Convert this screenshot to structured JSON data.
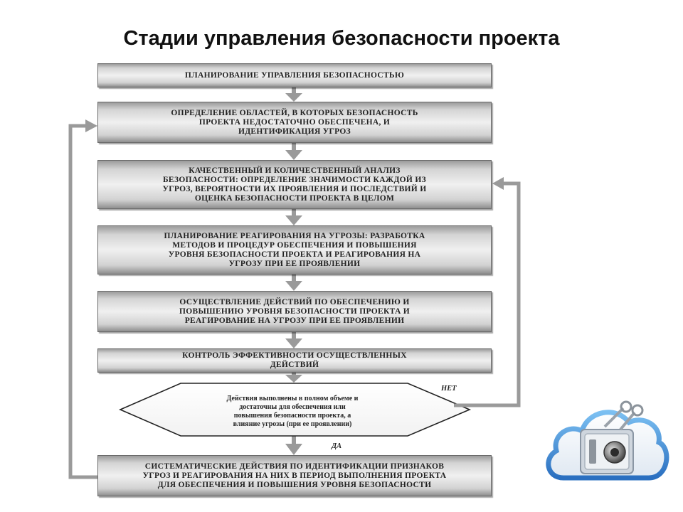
{
  "title": "Стадии управления безопасности проекта",
  "steps": [
    "ПЛАНИРОВАНИЕ УПРАВЛЕНИЯ БЕЗОПАСНОСТЬЮ",
    "ОПРЕДЕЛЕНИЕ ОБЛАСТЕЙ, В КОТОРЫХ БЕЗОПАСНОСТЬ\nПРОЕКТА НЕДОСТАТОЧНО ОБЕСПЕЧЕНА, И\nИДЕНТИФИКАЦИЯ УГРОЗ",
    "КАЧЕСТВЕННЫЙ И КОЛИЧЕСТВЕННЫЙ АНАЛИЗ\nБЕЗОПАСНОСТИ: ОПРЕДЕЛЕНИЕ ЗНАЧИМОСТИ КАЖДОЙ ИЗ\nУГРОЗ, ВЕРОЯТНОСТИ ИХ ПРОЯВЛЕНИЯ И ПОСЛЕДСТВИЙ И\nОЦЕНКА БЕЗОПАСНОСТИ ПРОЕКТА В ЦЕЛОМ",
    "ПЛАНИРОВАНИЕ РЕАГИРОВАНИЯ НА УГРОЗЫ: РАЗРАБОТКА\nМЕТОДОВ И ПРОЦЕДУР ОБЕСПЕЧЕНИЯ И ПОВЫШЕНИЯ\nУРОВНЯ БЕЗОПАСНОСТИ ПРОЕКТА И РЕАГИРОВАНИЯ НА\nУГРОЗУ ПРИ ЕЕ ПРОЯВЛЕНИИ",
    "ОСУЩЕСТВЛЕНИЕ ДЕЙСТВИЙ ПО ОБЕСПЕЧЕНИЮ И\nПОВЫШЕНИЮ УРОВНЯ БЕЗОПАСНОСТИ ПРОЕКТА И\nРЕАГИРОВАНИЕ НА УГРОЗУ ПРИ ЕЕ ПРОЯВЛЕНИИ",
    "КОНТРОЛЬ ЭФФЕКТИВНОСТИ ОСУЩЕСТВЛЕННЫХ\nДЕЙСТВИЙ",
    "СИСТЕМАТИЧЕСКИЕ ДЕЙСТВИЯ ПО ИДЕНТИФИКАЦИИ ПРИЗНАКОВ\nУГРОЗ И РЕАГИРОВАНИЯ НА НИХ В ПЕРИОД ВЫПОЛНЕНИЯ ПРОЕКТА\nДЛЯ ОБЕСПЕЧЕНИЯ И ПОВЫШЕНИЯ УРОВНЯ БЕЗОПАСНОСТИ"
  ],
  "decision": "Действия выполнены в полном объеме и\nдостаточны для обеспечения или\nповышения безопасности проекта, а\nвлияние угрозы (при ее проявлении)",
  "labels": {
    "no": "НЕТ",
    "yes": "ДА"
  },
  "colors": {
    "arrow": "#9a9a9a",
    "box_edge": "#6a6a6a",
    "cloud": "#4a9be0"
  },
  "icons": {
    "cloud": "cloud-safe-icon"
  }
}
